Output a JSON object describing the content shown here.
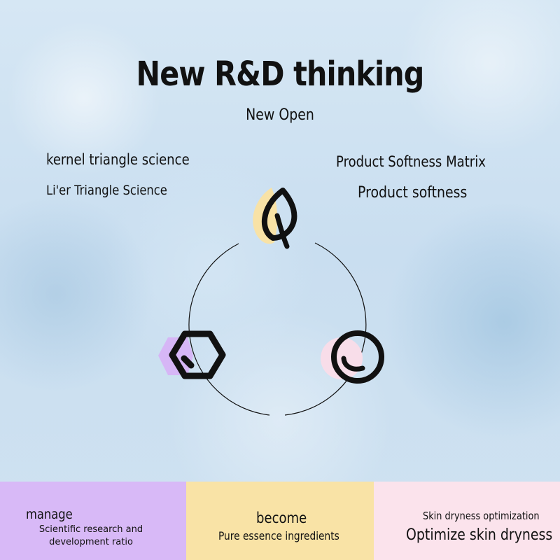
{
  "header": {
    "title": "New R&D thinking",
    "subtitle": "New Open"
  },
  "left_labels": {
    "heading": "kernel triangle science",
    "subheading": "Li'er Triangle Science"
  },
  "right_labels": {
    "heading": "Product Softness Matrix",
    "subheading": "Product softness"
  },
  "diagram": {
    "icons": [
      "leaf-icon",
      "hexagon-icon",
      "circle-icon"
    ],
    "colors": {
      "leaf_blob": "#f8e2a6",
      "hexagon_blob": "#d6b6f6",
      "circle_blob": "#f8dde9",
      "stroke": "#111111"
    }
  },
  "panels": [
    {
      "title": "manage",
      "description": "Scientific research and development ratio",
      "color": "#d8b9f7"
    },
    {
      "title": "become",
      "description": "Pure essence ingredients",
      "color": "#f9e3a6"
    },
    {
      "title": "Skin dryness optimization",
      "description": "Optimize skin dryness",
      "color": "#fbe3ec"
    }
  ]
}
